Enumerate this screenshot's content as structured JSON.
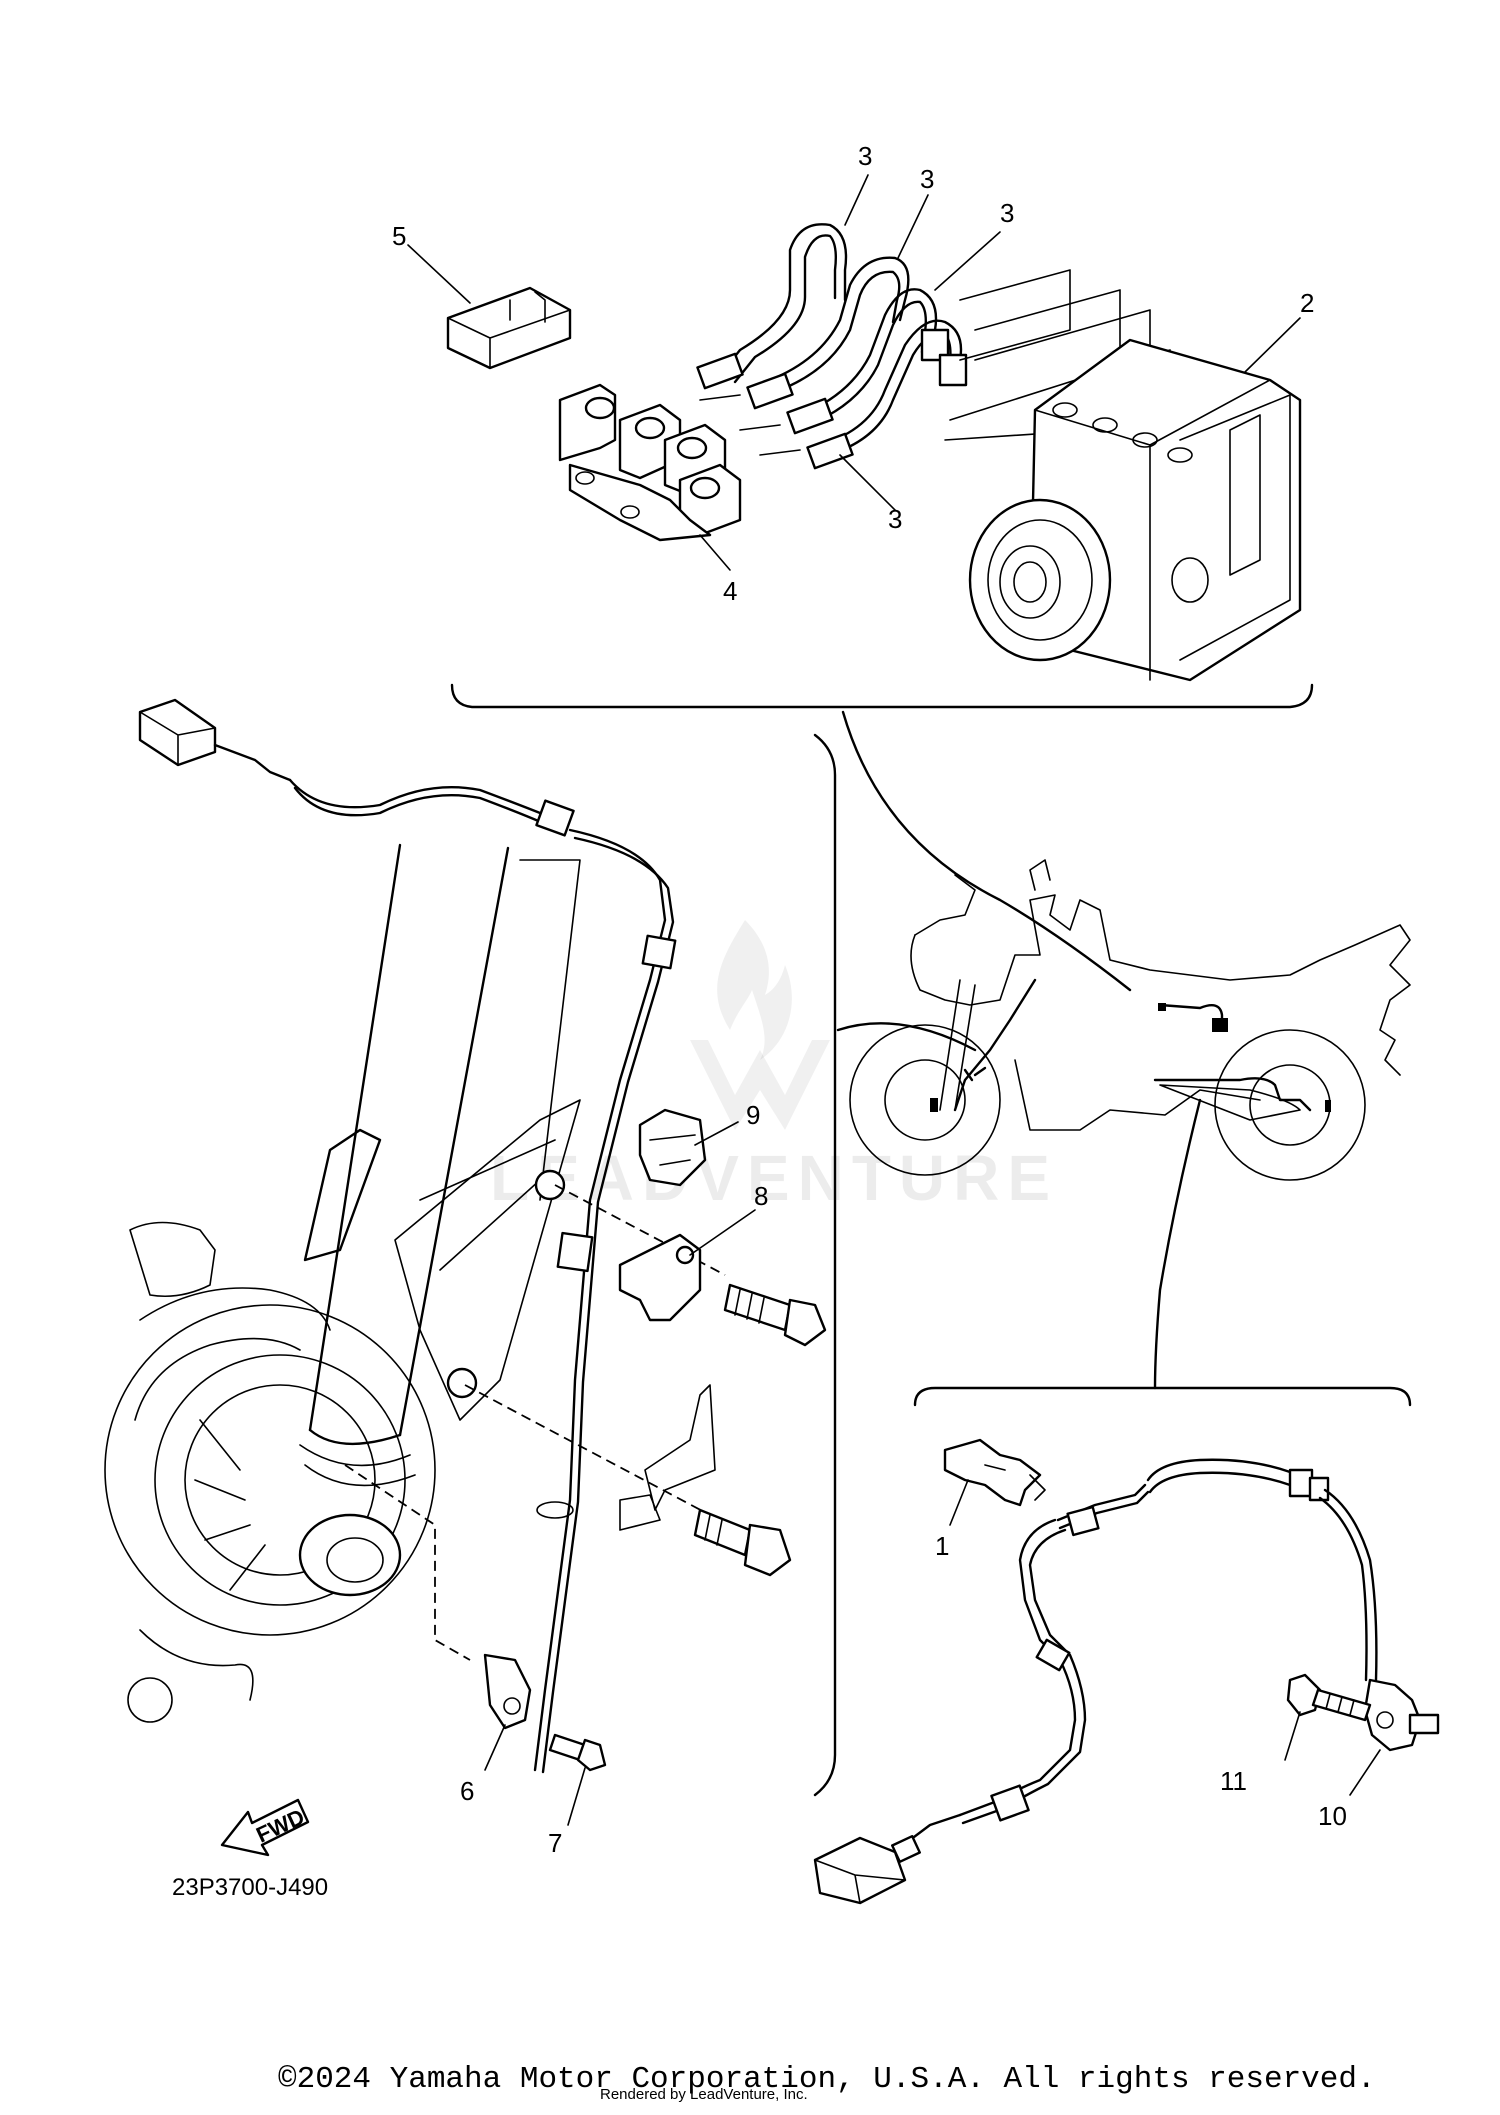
{
  "diagram": {
    "callouts": {
      "c1": "1",
      "c2": "2",
      "c3a": "3",
      "c3b": "3",
      "c3c": "3",
      "c3d": "3",
      "c4": "4",
      "c5": "5",
      "c6": "6",
      "c7": "7",
      "c8": "8",
      "c9": "9",
      "c10": "10",
      "c11": "11"
    },
    "fwd_arrow_text": "FWD",
    "drawing_code": "23P3700-J490",
    "watermark_text": "LEADVENTURE"
  },
  "footer": {
    "copyright": "©2024 Yamaha Motor Corporation, U.S.A. All rights reserved.",
    "rendered_by": "Rendered by LeadVenture, Inc."
  }
}
